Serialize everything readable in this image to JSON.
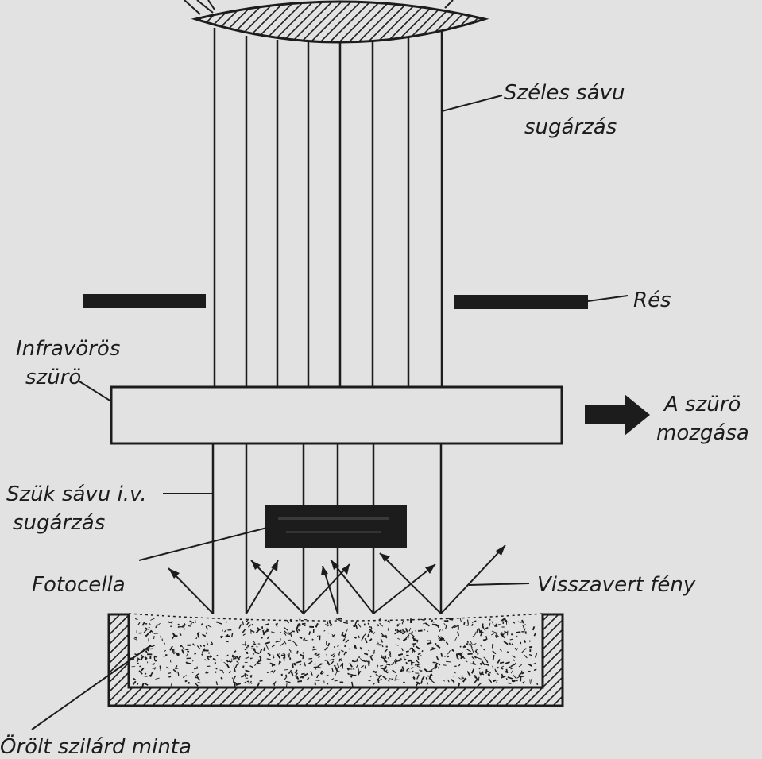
{
  "labels": {
    "broadband_line1": "Széles sávu",
    "broadband_line2": "sugárzás",
    "slit": "Rés",
    "ir_filter_line1": "Infravörös",
    "ir_filter_line2": "szürö",
    "filter_motion_line1": "A szürö",
    "filter_motion_line2": "mozgása",
    "narrowband_line1": "Szük sávu i.v.",
    "narrowband_line2": "sugárzás",
    "photocell": "Fotocella",
    "reflected_light": "Visszavert fény",
    "sample": "Örölt szilárd minta"
  },
  "colors": {
    "background": "#e2e2e2",
    "ink": "#1c1c1c"
  }
}
